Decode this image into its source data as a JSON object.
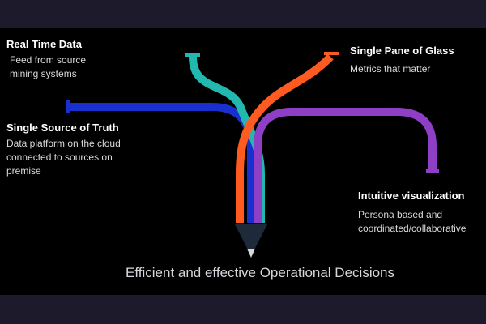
{
  "nodes": {
    "real_time_data": {
      "title": "Real Time Data",
      "description": "Feed from source mining systems",
      "color": "#22b8b0"
    },
    "single_source_of_truth": {
      "title": "Single Source of Truth",
      "description": "Data platform on the cloud connected to sources on premise",
      "color": "#1a2fcf"
    },
    "single_pane_of_glass": {
      "title": "Single Pane of Glass",
      "description": "Metrics that matter",
      "color": "#ff5a1f"
    },
    "intuitive_visualization": {
      "title": "Intuitive visualization",
      "description": "Persona based and coordinated/collaborative",
      "color": "#8e3fc6"
    }
  },
  "outcome": {
    "text": "Efficient and effective Operational Decisions"
  },
  "pencil_tip": {
    "icon": "pencil-tip-icon",
    "color": "#1e2a3a"
  }
}
